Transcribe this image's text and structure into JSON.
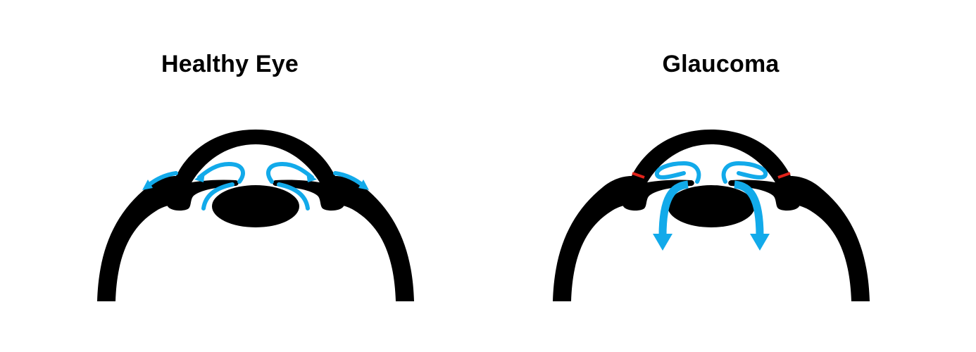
{
  "panels": {
    "healthy": {
      "title": "Healthy Eye"
    },
    "glaucoma": {
      "title": "Glaucoma"
    }
  },
  "colors": {
    "background": "#ffffff",
    "anatomy": "#000000",
    "fluid_flow": "#12aaea",
    "blockage": "#e2231a"
  },
  "icons": {
    "flow": "curved-arrow",
    "blockage": "red-tick"
  }
}
